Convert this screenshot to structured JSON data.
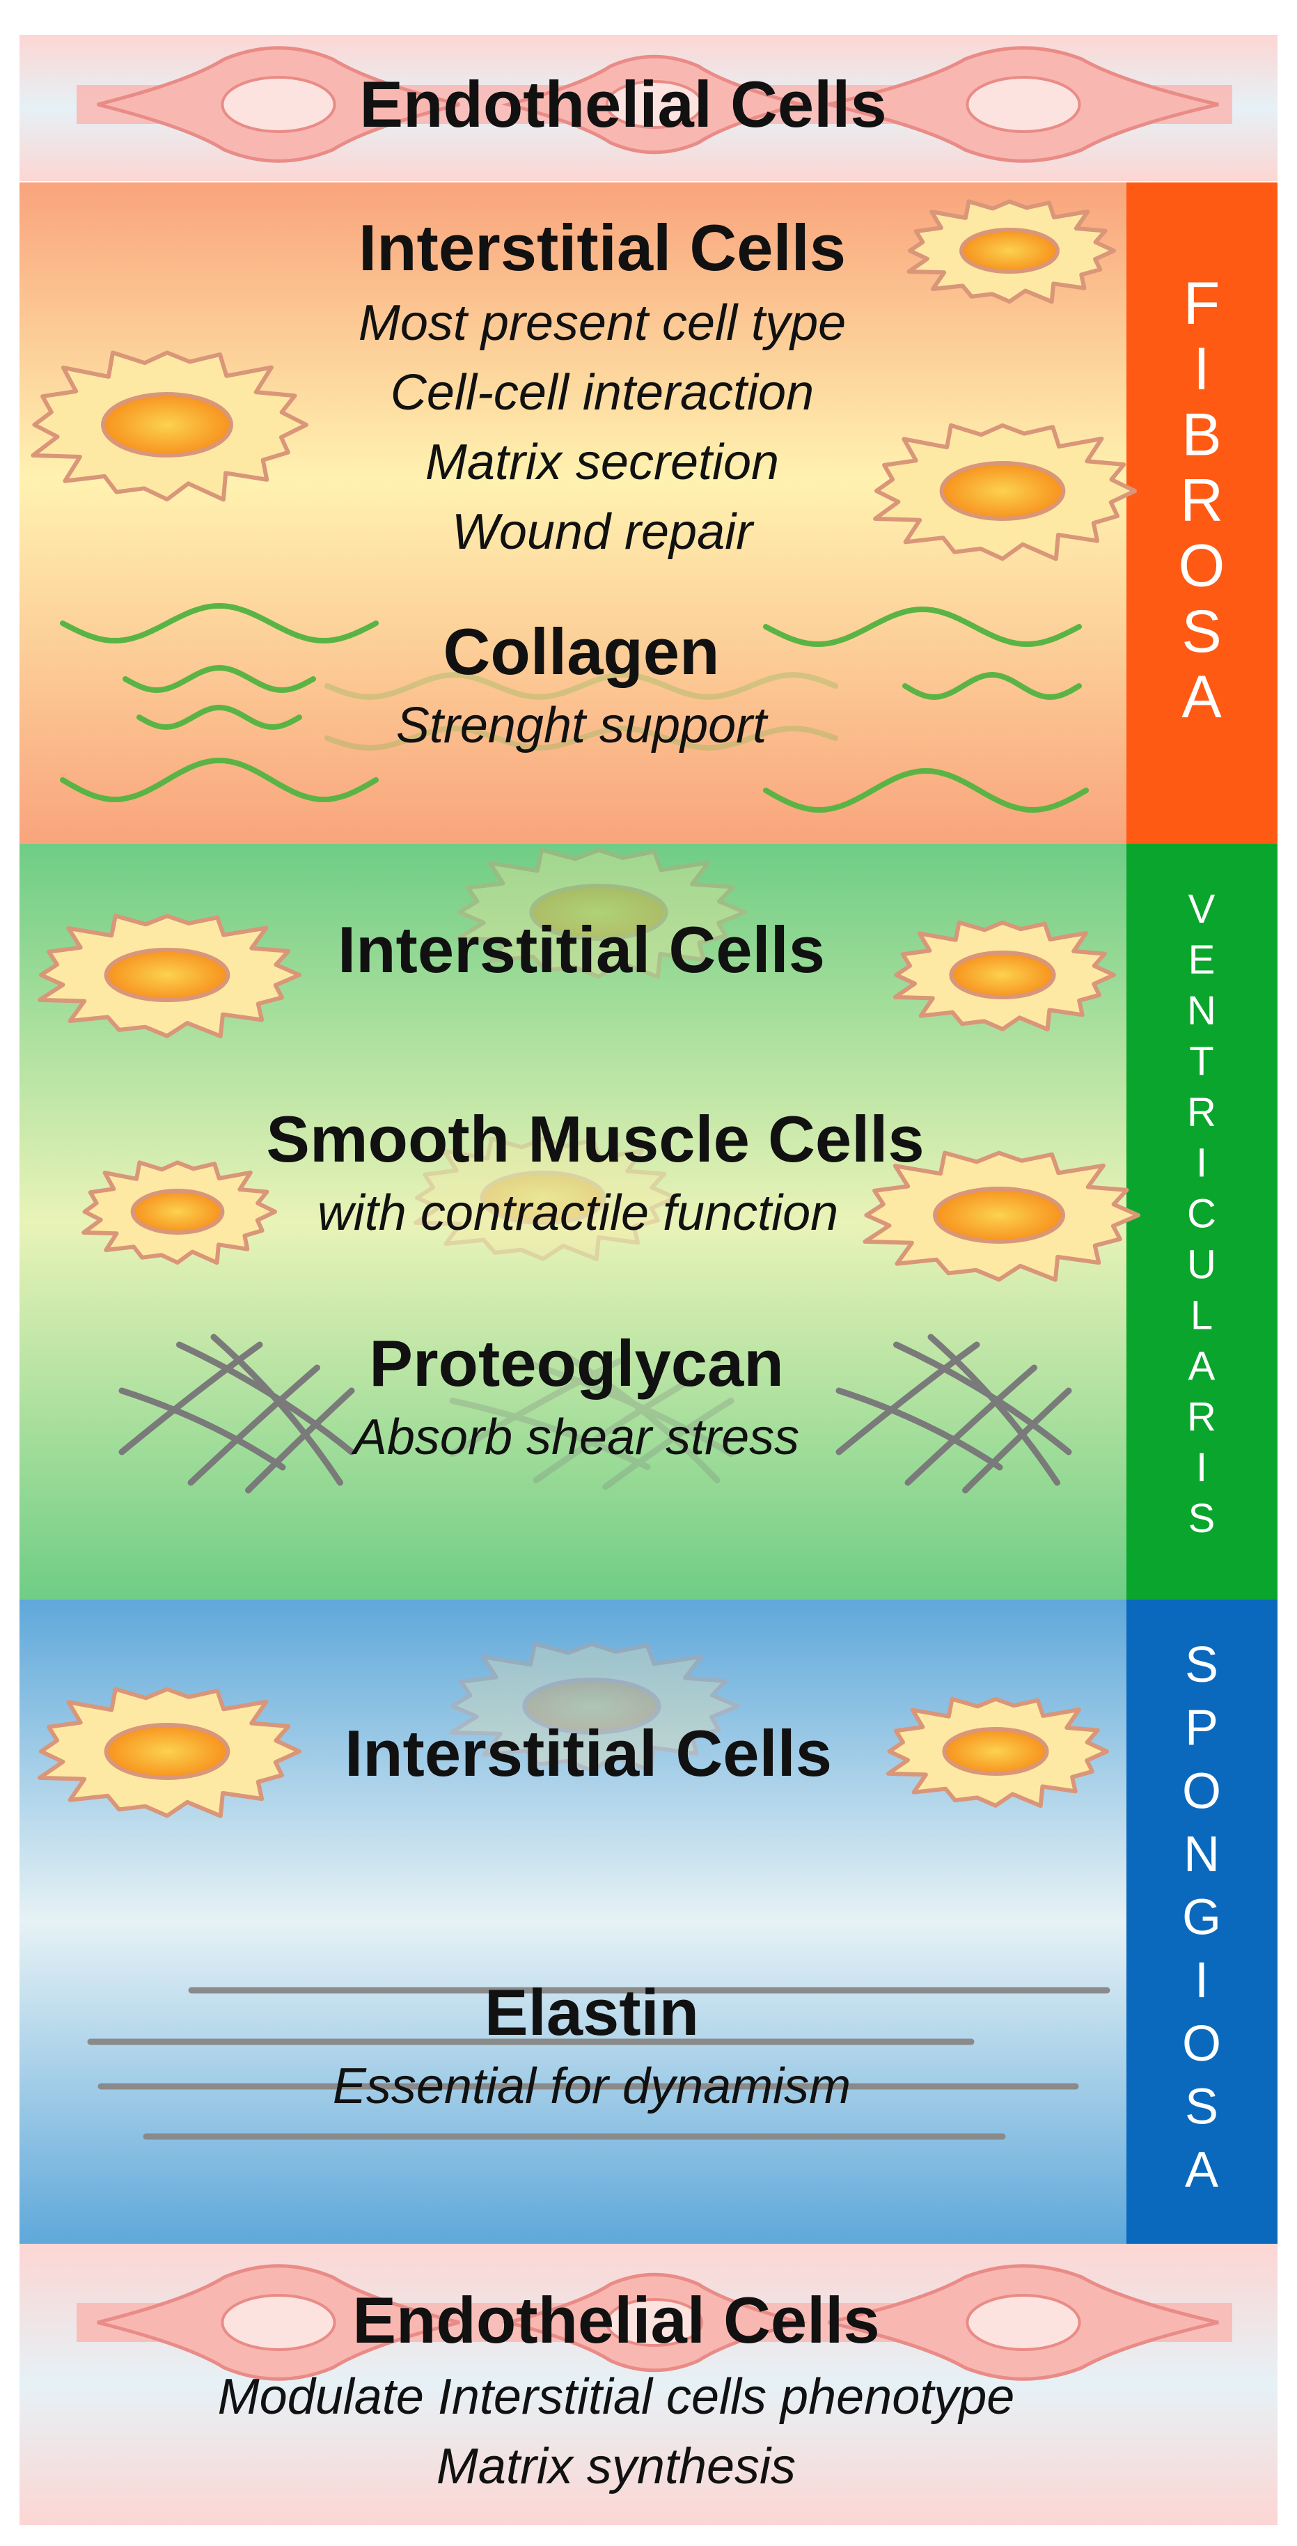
{
  "colors": {
    "fibrosa_band": "#ff5a14",
    "ventricularis_band": "#0aa52c",
    "spongiosa_band": "#0a69bd",
    "collagen_fiber": "#5ab445",
    "proteoglycan_fiber": "#7a7a7a",
    "elastin_fiber": "#8a8a8a",
    "cell_fill": "#fde9a4",
    "cell_outline": "#d99679",
    "nucleus": "#f7a226",
    "endothelial_fill": "#f9b7b2"
  },
  "top_endothelium": {
    "title": "Endothelial Cells"
  },
  "fibrosa": {
    "band_label": "FIBROSA",
    "interstitial": {
      "title": "Interstitial Cells",
      "lines": [
        "Most present cell type",
        "Cell-cell interaction",
        "Matrix secretion",
        "Wound repair"
      ]
    },
    "collagen": {
      "title": "Collagen",
      "line": "Strenght support"
    }
  },
  "ventricularis": {
    "band_label": "VENTRICULARIS",
    "interstitial": {
      "title": "Interstitial Cells"
    },
    "smooth_muscle": {
      "title": "Smooth Muscle Cells",
      "line": "with contractile function"
    },
    "proteoglycan": {
      "title": "Proteoglycan",
      "line": "Absorb shear stress"
    }
  },
  "spongiosa": {
    "band_label": "SPONGIOSA",
    "interstitial": {
      "title": "Interstitial Cells"
    },
    "elastin": {
      "title": "Elastin",
      "line": "Essential for dynamism"
    }
  },
  "bottom_endothelium": {
    "title": "Endothelial Cells",
    "lines": [
      "Modulate Interstitial cells phenotype",
      "Matrix synthesis"
    ]
  }
}
